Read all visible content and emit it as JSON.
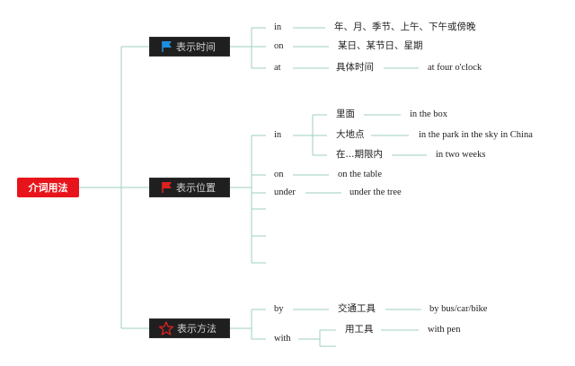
{
  "root": {
    "label": "介词用法"
  },
  "branches": [
    {
      "label": "表示时间",
      "icon": "blue-flag-icon",
      "items": [
        {
          "word": "in",
          "desc": "年、月、季节、上午、下午或傍晚"
        },
        {
          "word": "on",
          "desc": "某日、某节日、星期"
        },
        {
          "word": "at",
          "desc": "具体时间",
          "example": "at four o'clock"
        }
      ]
    },
    {
      "label": "表示位置",
      "icon": "red-flag-icon",
      "items": [
        {
          "word": "in",
          "subs": [
            {
              "desc": "里面",
              "example": "in the box"
            },
            {
              "desc": "大地点",
              "example": "in the park in the sky in China"
            },
            {
              "desc": "在...期限内",
              "example": "in two weeks"
            }
          ]
        },
        {
          "word": "on",
          "example": "on the table"
        },
        {
          "word": "under",
          "example": "under the tree"
        }
      ]
    },
    {
      "label": "表示方法",
      "icon": "red-star-icon",
      "items": [
        {
          "word": "by",
          "desc": "交通工具",
          "example": "by bus/car/bike"
        },
        {
          "word": "with",
          "subs": [
            {
              "desc": "用工具",
              "example": "with pen"
            }
          ]
        }
      ]
    }
  ],
  "colors": {
    "connector": "#9fcfbf",
    "root_bg": "#e8141b",
    "node_bg": "#1f1f1f",
    "node_text": "#cfcfcf",
    "flag_blue": "#1e8fe0",
    "flag_red": "#e02020"
  }
}
